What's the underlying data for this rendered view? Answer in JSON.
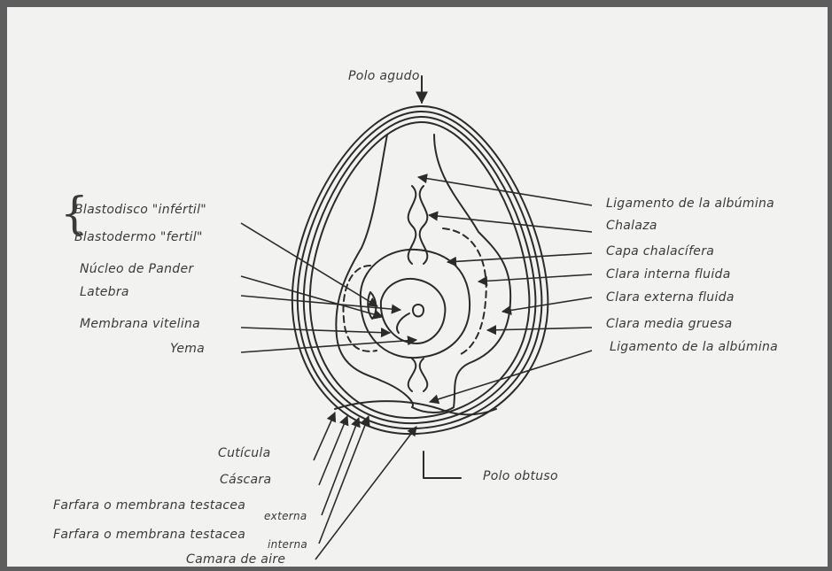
{
  "labels": {
    "polo_agudo": "Polo agudo",
    "polo_obtuso": "Polo obtuso",
    "blastodisco": "Blastodisco \"infértil\"",
    "blastodermo": "Blastodermo \"fertil\"",
    "nucleo_pander": "Núcleo de Pander",
    "latebra": "Latebra",
    "membrana_vitelina": "Membrana vitelina",
    "yema": "Yema",
    "ligamento_top": "Ligamento de la albúmina",
    "chalaza": "Chalaza",
    "capa_chalacifera": "Capa chalacífera",
    "clara_interna": "Clara interna fluida",
    "clara_externa": "Clara externa fluida",
    "clara_media": "Clara media gruesa",
    "ligamento_bottom": "Ligamento de la albúmina",
    "cuticula": "Cutícula",
    "cascara": "Cáscara",
    "farfara_externa_1": "Farfara o membrana testacea",
    "farfara_externa_2": "externa",
    "farfara_interna_1": "Farfara o membrana testacea",
    "farfara_interna_2": "interna",
    "camara_aire": "Camara de aire"
  },
  "colors": {
    "ink": "#2b2b2b",
    "paper": "#f2f2f0",
    "frame": "#5e5e5e"
  }
}
